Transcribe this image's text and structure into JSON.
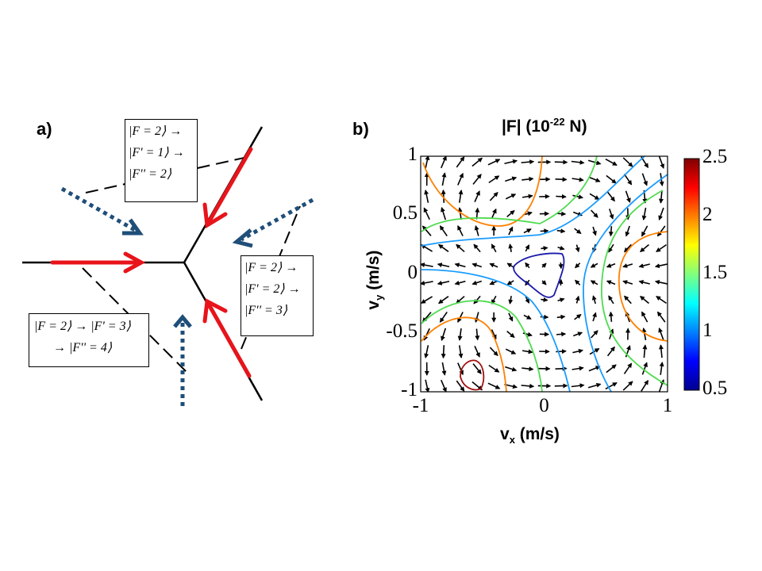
{
  "panel_a": {
    "label": "a)",
    "box_top": [
      "|F = 2⟩ →",
      "|F' = 1⟩ →",
      "|F'' = 2⟩"
    ],
    "box_right": [
      "|F = 2⟩ →",
      "|F' = 2⟩ →",
      "|F'' = 3⟩"
    ],
    "box_left": [
      "|F = 2⟩ → |F' = 3⟩",
      "→ |F'' = 4⟩"
    ],
    "colors": {
      "red_beam": "#e8141b",
      "blue_beam": "#1f4e79",
      "line": "#000000"
    }
  },
  "panel_b": {
    "label": "b)",
    "title_main": "|F| (10",
    "title_exp": "-22",
    "title_unit": " N)",
    "xlabel_main": "v",
    "xlabel_sub": "x",
    "xlabel_unit": " (m/s)",
    "ylabel_main": "v",
    "ylabel_sub": "y",
    "ylabel_unit": " (m/s)",
    "xticks": [
      "-1",
      "0",
      "1"
    ],
    "yticks": [
      "1",
      "0.5",
      "0",
      "-0.5",
      "-1"
    ],
    "colorbar_ticks": [
      "2.5",
      "2",
      "1.5",
      "1",
      "0.5"
    ]
  },
  "chart_data": {
    "type": "contour",
    "quantity": "|F|",
    "xlim": [
      -1,
      1
    ],
    "ylim": [
      -1,
      1
    ],
    "colorbar_range": [
      0.5,
      2.5
    ],
    "minimum_location": [
      0.05,
      0.0
    ],
    "contour_levels": [
      0.8,
      1.2,
      1.6,
      2.0,
      2.4
    ]
  }
}
